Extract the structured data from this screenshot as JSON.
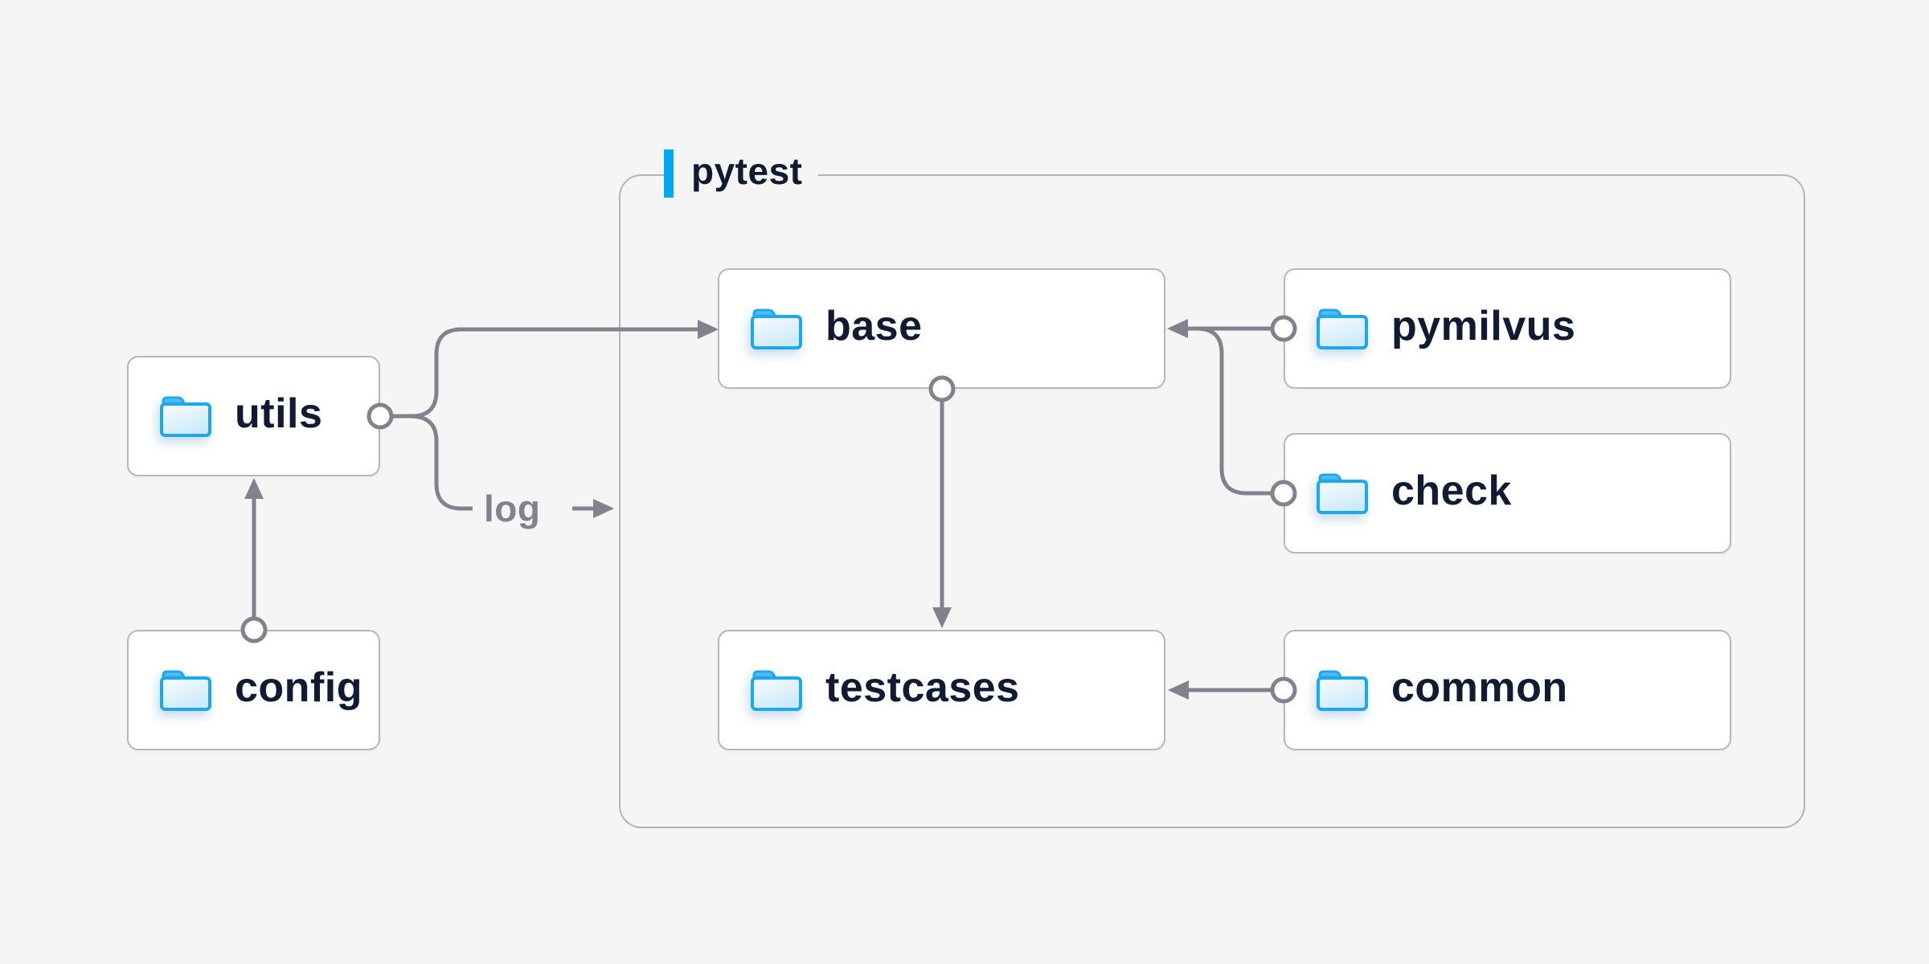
{
  "diagram": {
    "group": {
      "label": "pytest"
    },
    "nodes": [
      {
        "id": "utils",
        "label": "utils",
        "icon": "folder-icon"
      },
      {
        "id": "config",
        "label": "config",
        "icon": "folder-icon"
      },
      {
        "id": "base",
        "label": "base",
        "icon": "folder-icon"
      },
      {
        "id": "testcases",
        "label": "testcases",
        "icon": "folder-icon"
      },
      {
        "id": "pymilvus",
        "label": "pymilvus",
        "icon": "folder-icon"
      },
      {
        "id": "check",
        "label": "check",
        "icon": "folder-icon"
      },
      {
        "id": "common",
        "label": "common",
        "icon": "folder-icon"
      }
    ],
    "edge_label": "log",
    "edges": [
      {
        "from": "config",
        "to": "utils",
        "type": "arrow"
      },
      {
        "from": "utils",
        "to": "base",
        "type": "arrow"
      },
      {
        "from": "utils",
        "to": "log",
        "type": "labeled-arrow"
      },
      {
        "from": "base",
        "to": "testcases",
        "type": "arrow"
      },
      {
        "from": "pymilvus",
        "to": "base",
        "type": "arrow"
      },
      {
        "from": "check",
        "to": "base",
        "type": "merge-arrow"
      },
      {
        "from": "common",
        "to": "testcases",
        "type": "arrow"
      }
    ],
    "colors": {
      "background": "#f5f5f6",
      "node_fill": "#ffffff",
      "node_border": "#b6b6bf",
      "group_border": "#b3b3bd",
      "edge": "#82828c",
      "text": "#101b33",
      "accent_blue": "#00a8f3",
      "folder_blue": "#1ca7ef"
    }
  }
}
